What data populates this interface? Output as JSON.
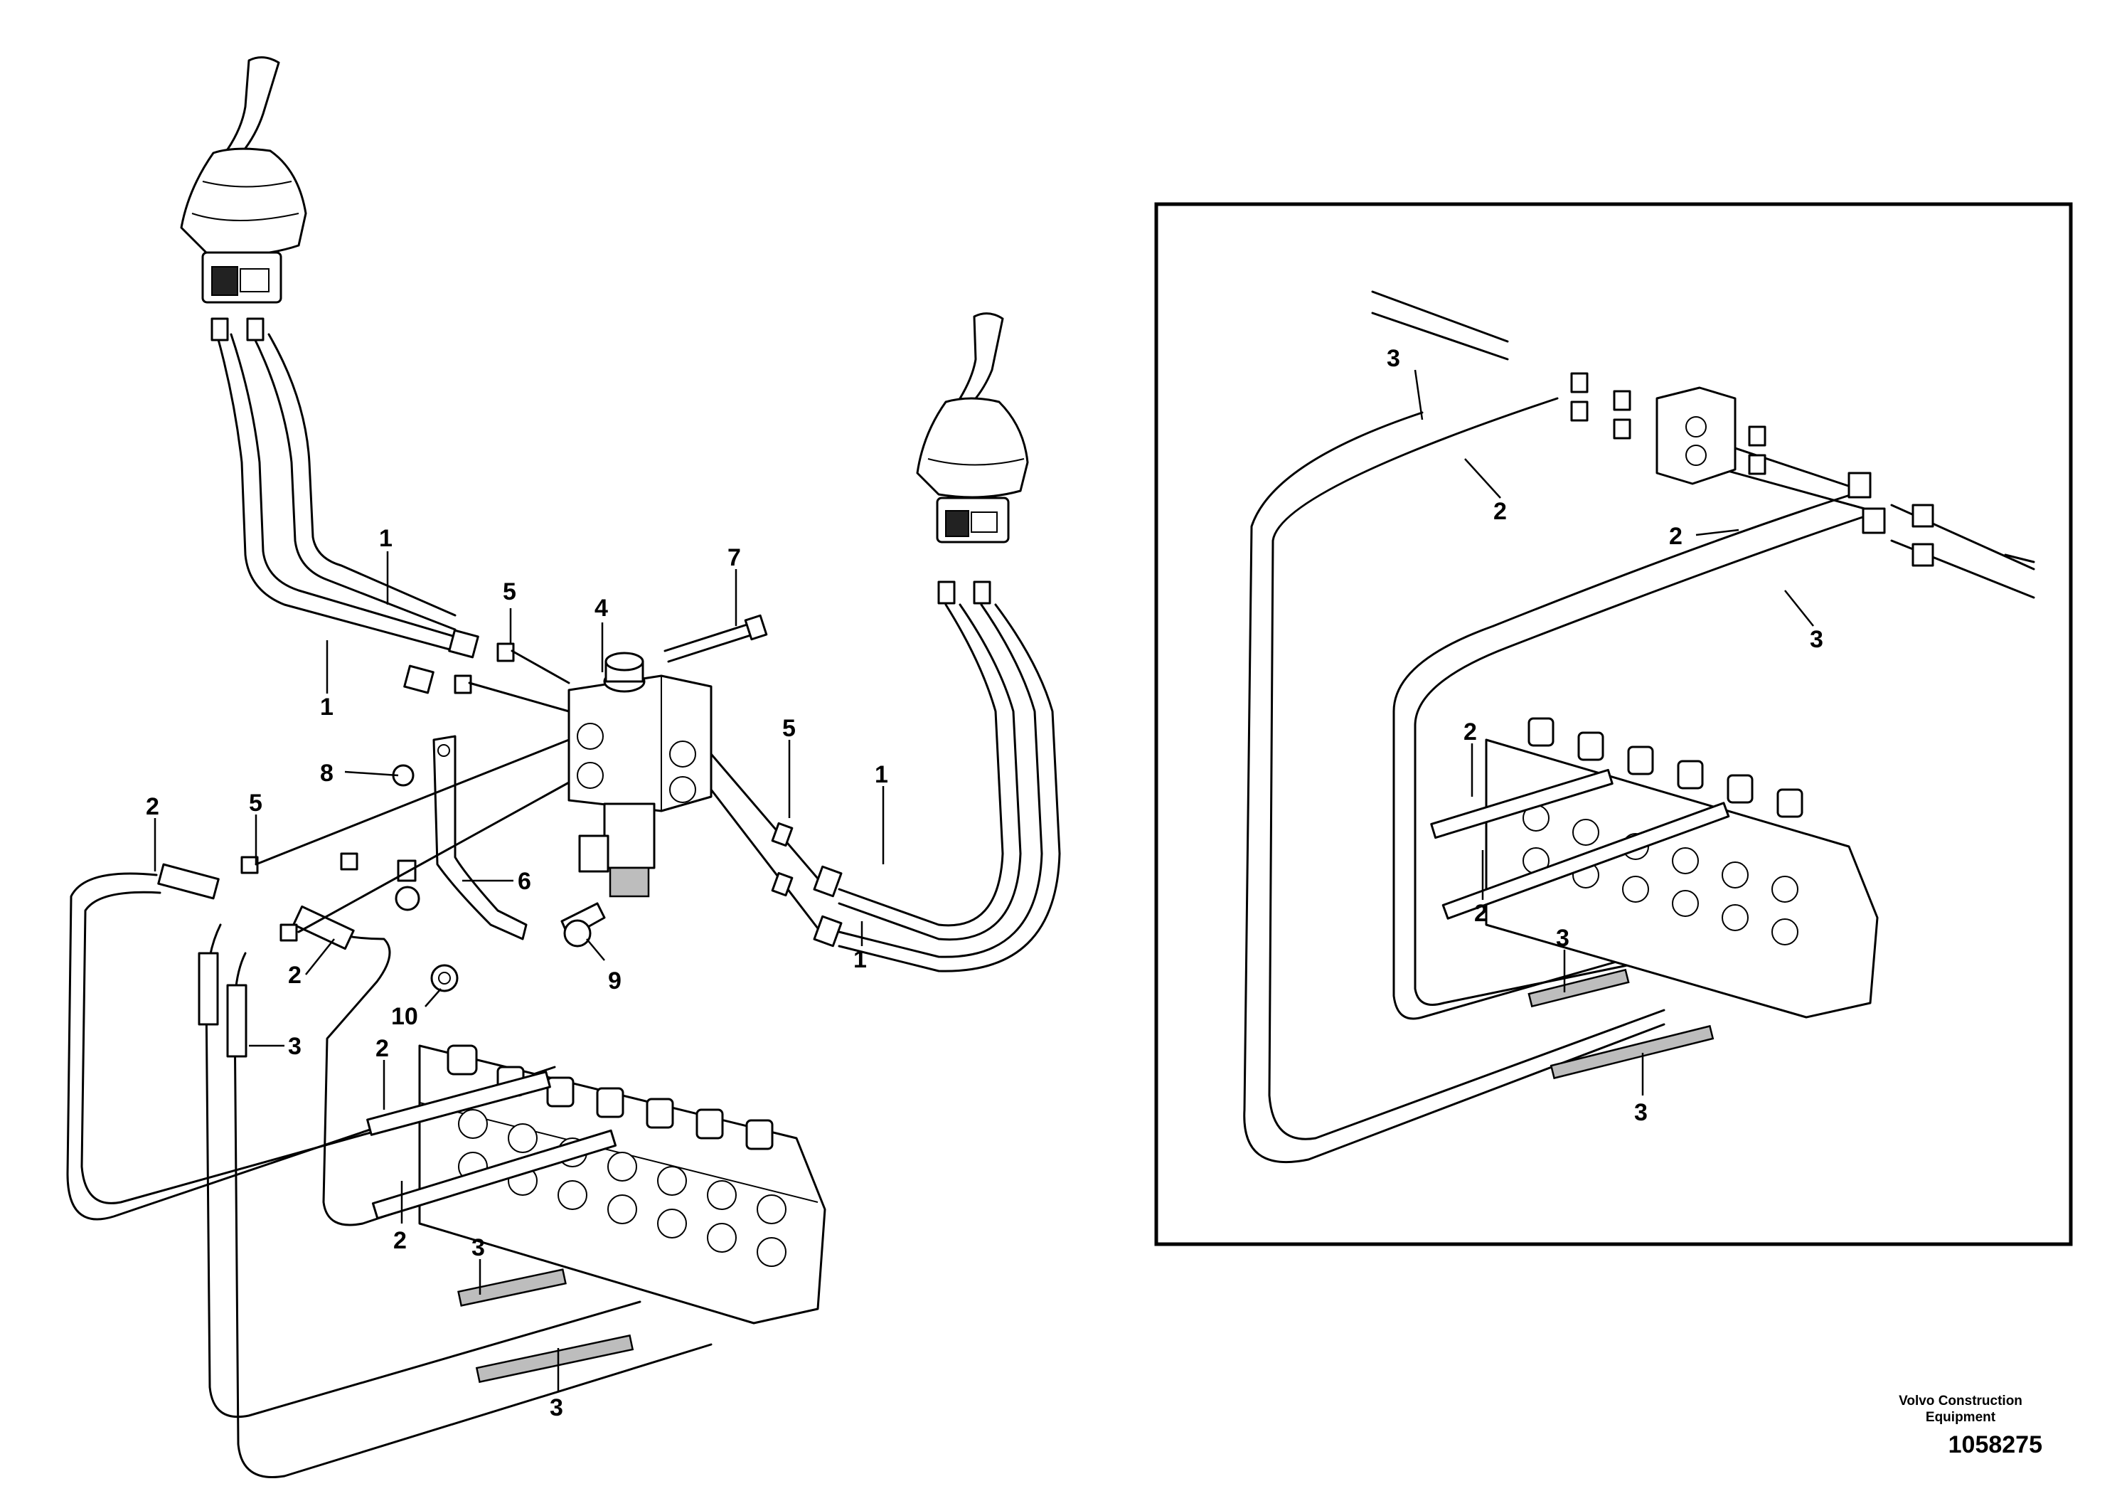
{
  "footer": {
    "brand_line1": "Volvo Construction",
    "brand_line2": "Equipment",
    "drawing_number": "1058275"
  },
  "callouts": {
    "main": {
      "c1a": "1",
      "c1b": "1",
      "c1c": "1",
      "c1d": "1",
      "c2a": "2",
      "c2b": "2",
      "c2c": "2",
      "c2d": "2",
      "c3a": "3",
      "c3b": "3",
      "c3c": "3",
      "c4": "4",
      "c5a": "5",
      "c5b": "5",
      "c5c": "5",
      "c6": "6",
      "c7": "7",
      "c8": "8",
      "c9": "9",
      "c10": "10"
    },
    "inset": {
      "i3a": "3",
      "i2a": "2",
      "i2b": "2",
      "i3b": "3",
      "i2c": "2",
      "i2d": "2",
      "i3c": "3",
      "i3d": "3"
    }
  }
}
